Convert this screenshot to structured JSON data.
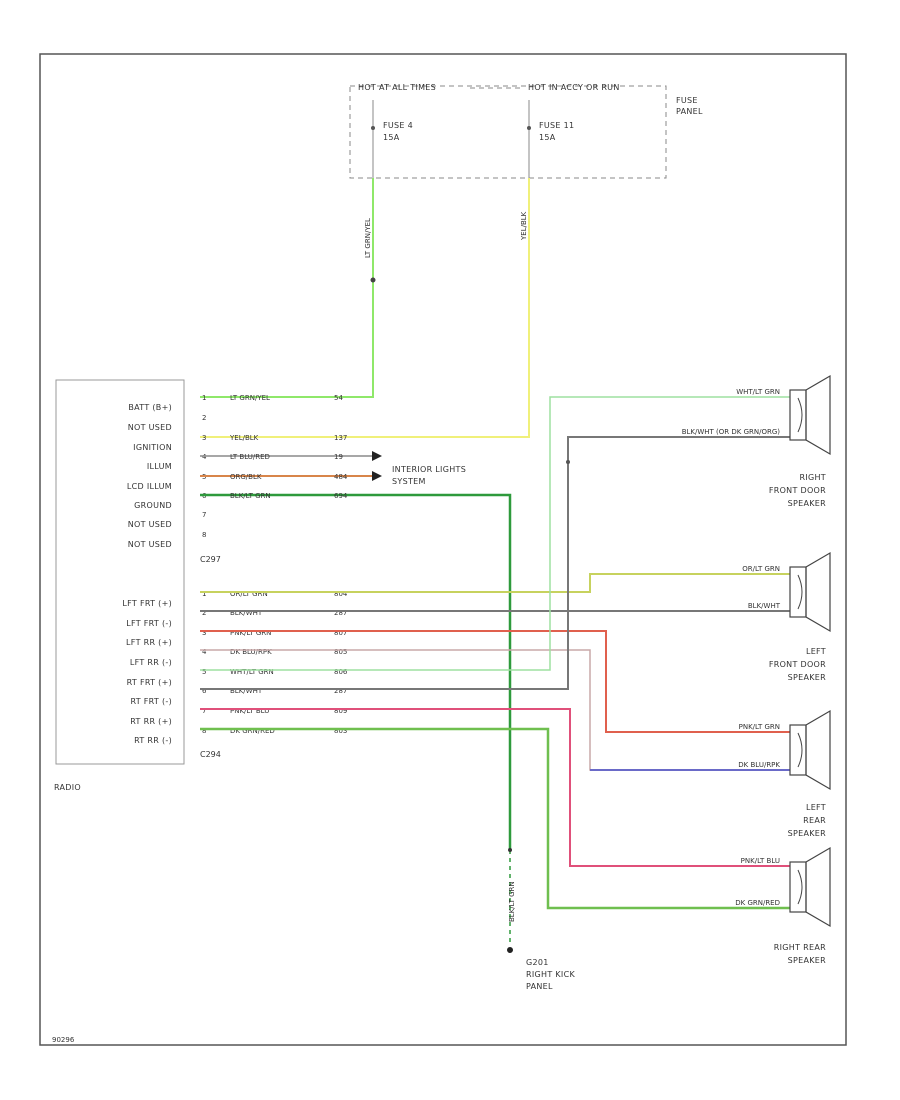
{
  "fuse_panel": {
    "hot_at_all_times": "HOT AT ALL TIMES",
    "hot_in_acc": "HOT IN ACCY OR RUN",
    "fuse_a_name": "FUSE 4",
    "fuse_a_rating": "15A",
    "fuse_b_name": "FUSE 11",
    "fuse_b_rating": "15A",
    "label_line1": "FUSE",
    "label_line2": "PANEL",
    "wire_a_color": "LT GRN/YEL",
    "wire_b_color": "YEL/BLK"
  },
  "radio": {
    "label": "RADIO",
    "c297": {
      "name": "C297",
      "pins": [
        {
          "num": "1",
          "func": "BATT (B+)",
          "color": "LT GRN/YEL",
          "circuit": "54"
        },
        {
          "num": "2",
          "func": "NOT USED",
          "color": "",
          "circuit": ""
        },
        {
          "num": "3",
          "func": "IGNITION",
          "color": "YEL/BLK",
          "circuit": "137"
        },
        {
          "num": "4",
          "func": "ILLUM",
          "color": "LT BLU/RED",
          "circuit": "19"
        },
        {
          "num": "5",
          "func": "LCD ILLUM",
          "color": "ORG/BLK",
          "circuit": "484"
        },
        {
          "num": "6",
          "func": "GROUND",
          "color": "BLK/LT GRN",
          "circuit": "694"
        },
        {
          "num": "7",
          "func": "NOT USED",
          "color": "",
          "circuit": ""
        },
        {
          "num": "8",
          "func": "NOT USED",
          "color": "",
          "circuit": ""
        }
      ]
    },
    "c294": {
      "name": "C294",
      "pins": [
        {
          "num": "1",
          "func": "LFT FRT (+)",
          "color": "OR/LT GRN",
          "circuit": "804"
        },
        {
          "num": "2",
          "func": "LFT FRT (-)",
          "color": "BLK/WHT",
          "circuit": "287"
        },
        {
          "num": "3",
          "func": "LFT RR (+)",
          "color": "PNK/LT GRN",
          "circuit": "807"
        },
        {
          "num": "4",
          "func": "LFT RR (-)",
          "color": "DK BLU/RPK",
          "circuit": "805"
        },
        {
          "num": "5",
          "func": "RT FRT (+)",
          "color": "WHT/LT GRN",
          "circuit": "806"
        },
        {
          "num": "6",
          "func": "RT FRT (-)",
          "color": "BLK/WHT",
          "circuit": "287"
        },
        {
          "num": "7",
          "func": "RT RR (+)",
          "color": "PNK/LT BLU",
          "circuit": "809"
        },
        {
          "num": "8",
          "func": "RT RR (-)",
          "color": "DK GRN/RED",
          "circuit": "803"
        }
      ]
    }
  },
  "interior_lights": {
    "line1": "INTERIOR LIGHTS",
    "line2": "SYSTEM"
  },
  "ground": {
    "wire_color": "BLK/LT GRN",
    "name": "G201",
    "line2": "RIGHT KICK",
    "line3": "PANEL"
  },
  "speakers": {
    "right_front": {
      "wire_pos": "WHT/LT GRN",
      "wire_neg": "BLK/WHT (OR DK GRN/ORG)",
      "line1": "RIGHT",
      "line2": "FRONT DOOR",
      "line3": "SPEAKER"
    },
    "left_front": {
      "wire_pos": "OR/LT GRN",
      "wire_neg": "BLK/WHT",
      "line1": "LEFT",
      "line2": "FRONT DOOR",
      "line3": "SPEAKER"
    },
    "left_rear": {
      "wire_pos": "PNK/LT GRN",
      "wire_neg": "DK BLU/RPK",
      "line1": "LEFT",
      "line2": "REAR",
      "line3": "SPEAKER"
    },
    "right_rear": {
      "wire_pos": "PNK/LT BLU",
      "wire_neg": "DK GRN/RED",
      "line1": "RIGHT REAR",
      "line2": "SPEAKER"
    }
  },
  "footer_code": "90296",
  "colors": {
    "lt_grn_yel": "#8fe86a",
    "yel_blk": "#f0f07a",
    "lt_blu_red": "#8a8a8a",
    "org_blk": "#d8854a",
    "blk_lt_grn": "#2e9a3c",
    "or_lt_grn": "#c7d25e",
    "blk_wht": "#777777",
    "pnk_lt_grn": "#e0604e",
    "dk_blu_rpk": "#6a6ac8",
    "wht_lt_grn": "#9ee0a0",
    "pnk_lt_blu": "#e0507a",
    "dk_grn_red": "#6fbf4f"
  }
}
